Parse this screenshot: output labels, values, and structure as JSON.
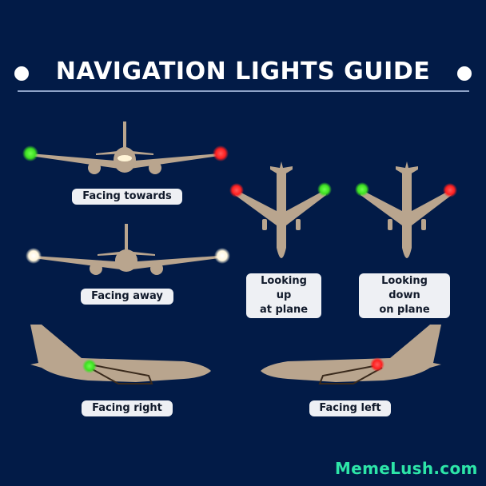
{
  "title": "NAVIGATION LIGHTS GUIDE",
  "colors": {
    "background": "#021b47",
    "plane": "#b9a58e",
    "light_green": "#3ee022",
    "light_red": "#ff1f1f",
    "light_white": "#fffbe8",
    "label_bg": "#eef0f4",
    "label_text": "#111a2b",
    "watermark": "#2de5a8"
  },
  "panels": [
    {
      "id": "facing-towards",
      "label": "Facing towards",
      "left_light": "green",
      "right_light": "red"
    },
    {
      "id": "facing-away",
      "label": "Facing away",
      "left_light": "white",
      "right_light": "white"
    },
    {
      "id": "looking-up",
      "label_line1": "Looking up",
      "label_line2": "at plane",
      "left_light": "red",
      "right_light": "green"
    },
    {
      "id": "looking-down",
      "label_line1": "Looking down",
      "label_line2": "on plane",
      "left_light": "green",
      "right_light": "red"
    },
    {
      "id": "facing-right",
      "label": "Facing right",
      "light": "green"
    },
    {
      "id": "facing-left",
      "label": "Facing left",
      "light": "red"
    }
  ],
  "watermark": "MemeLush.com"
}
